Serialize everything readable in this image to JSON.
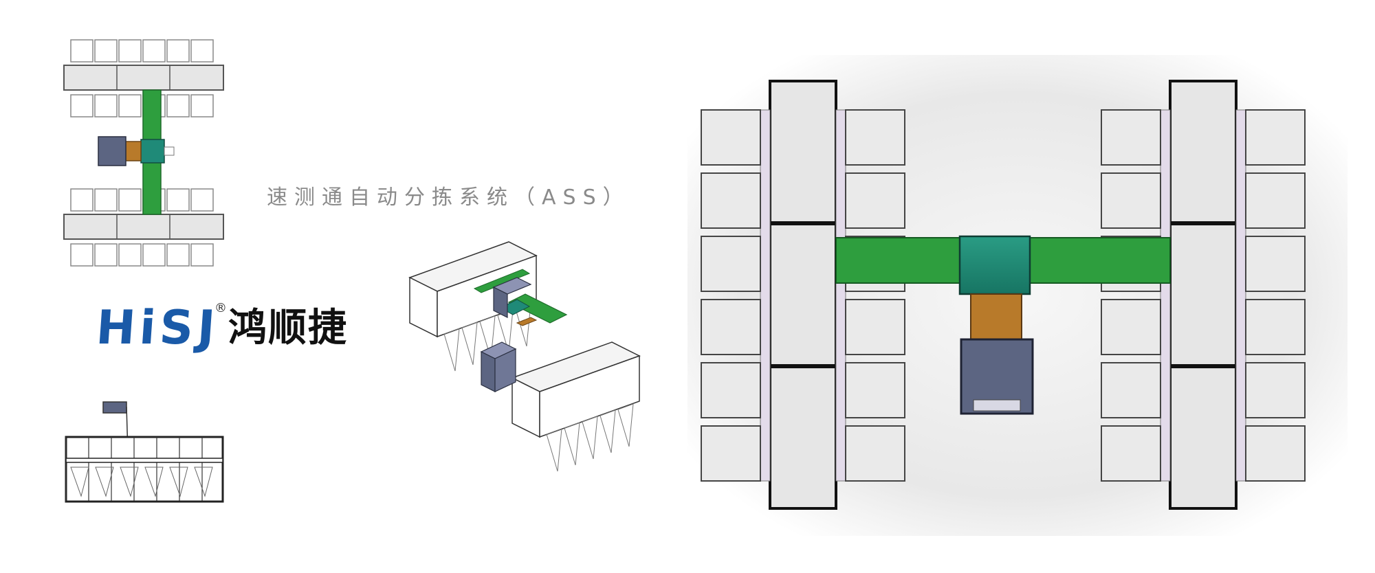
{
  "title": "速测通自动分拣系统（ASS）",
  "logo": {
    "latin": "HiSJ",
    "registered": "®",
    "chinese": "鸿顺捷"
  },
  "colors": {
    "conveyor_green": "#2e9e3e",
    "hub_teal": "#1f8a78",
    "feeder_orange": "#b87a2a",
    "hopper_slate": "#5c6582",
    "bin_gray": "#e6e6e6",
    "rack_lilac": "#e3dbea",
    "logo_blue": "#1a5aa8"
  },
  "views": [
    {
      "name": "top-view-small"
    },
    {
      "name": "side-elevation"
    },
    {
      "name": "isometric-view"
    },
    {
      "name": "top-view-large"
    }
  ]
}
